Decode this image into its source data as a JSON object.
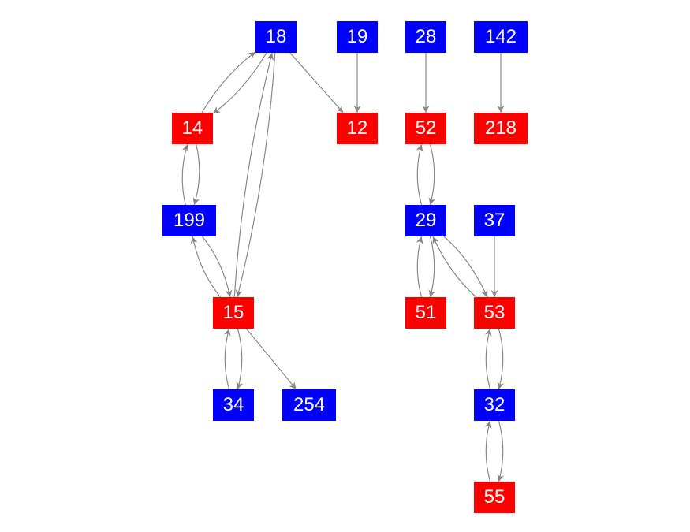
{
  "colors": {
    "blue": "#0000ff",
    "red": "#ff0000",
    "edge": "#888888"
  },
  "nodes": [
    {
      "id": "18",
      "label": "18",
      "color": "blue"
    },
    {
      "id": "19",
      "label": "19",
      "color": "blue"
    },
    {
      "id": "28",
      "label": "28",
      "color": "blue"
    },
    {
      "id": "142",
      "label": "142",
      "color": "blue"
    },
    {
      "id": "14",
      "label": "14",
      "color": "red"
    },
    {
      "id": "12",
      "label": "12",
      "color": "red"
    },
    {
      "id": "52",
      "label": "52",
      "color": "red"
    },
    {
      "id": "218",
      "label": "218",
      "color": "red"
    },
    {
      "id": "199",
      "label": "199",
      "color": "blue"
    },
    {
      "id": "29",
      "label": "29",
      "color": "blue"
    },
    {
      "id": "37",
      "label": "37",
      "color": "blue"
    },
    {
      "id": "15",
      "label": "15",
      "color": "red"
    },
    {
      "id": "51",
      "label": "51",
      "color": "red"
    },
    {
      "id": "53",
      "label": "53",
      "color": "red"
    },
    {
      "id": "34",
      "label": "34",
      "color": "blue"
    },
    {
      "id": "254",
      "label": "254",
      "color": "blue"
    },
    {
      "id": "32",
      "label": "32",
      "color": "blue"
    },
    {
      "id": "55",
      "label": "55",
      "color": "red"
    }
  ],
  "edges": [
    [
      "18",
      "14"
    ],
    [
      "14",
      "18"
    ],
    [
      "18",
      "12"
    ],
    [
      "19",
      "12"
    ],
    [
      "18",
      "15"
    ],
    [
      "15",
      "18"
    ],
    [
      "14",
      "199"
    ],
    [
      "199",
      "14"
    ],
    [
      "199",
      "15"
    ],
    [
      "15",
      "199"
    ],
    [
      "15",
      "34"
    ],
    [
      "34",
      "15"
    ],
    [
      "15",
      "254"
    ],
    [
      "28",
      "52"
    ],
    [
      "142",
      "218"
    ],
    [
      "52",
      "29"
    ],
    [
      "29",
      "52"
    ],
    [
      "29",
      "51"
    ],
    [
      "51",
      "29"
    ],
    [
      "29",
      "53"
    ],
    [
      "53",
      "29"
    ],
    [
      "37",
      "53"
    ],
    [
      "53",
      "32"
    ],
    [
      "32",
      "53"
    ],
    [
      "32",
      "55"
    ],
    [
      "55",
      "32"
    ]
  ]
}
